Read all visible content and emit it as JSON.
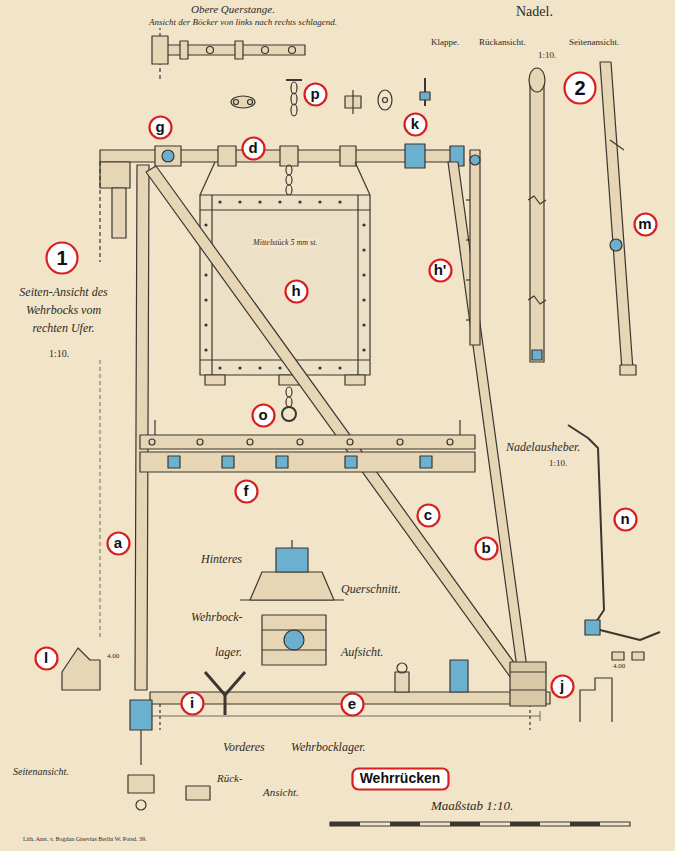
{
  "diagram": {
    "nodes": [
      {
        "text": [
          "2"
        ]
      },
      {
        "text": [
          "p"
        ]
      },
      {
        "text": [
          "k"
        ]
      },
      {
        "text": [
          "g"
        ]
      },
      {
        "text": [
          "d"
        ]
      },
      {
        "text": [
          "m"
        ]
      },
      {
        "text": [
          "1"
        ]
      },
      {
        "text": [
          "h'"
        ]
      },
      {
        "text": [
          "h"
        ]
      },
      {
        "text": [
          "o"
        ]
      },
      {
        "text": [
          "f"
        ]
      },
      {
        "text": [
          "c"
        ]
      },
      {
        "text": [
          "n"
        ]
      },
      {
        "text": [
          "a"
        ]
      },
      {
        "text": [
          "b"
        ]
      },
      {
        "text": [
          "l"
        ]
      },
      {
        "text": [
          "j"
        ]
      },
      {
        "text": [
          "i"
        ]
      },
      {
        "text": [
          "e"
        ]
      },
      {
        "text": [
          "Wehrrücken"
        ]
      }
    ],
    "labels": [
      "Obere Querstange.",
      "Ansicht der Böcker von links nach rechts schlagend.",
      "Nadel.",
      "Klappe.",
      "Rückansicht.",
      "Seitenansicht.",
      "1:10.",
      "Seiten-Ansicht des Wehrbocks vom rechten Ufer.",
      "1:10.",
      "Mittelstück 5 mm st.",
      "Nadelausheber.",
      "1:10.",
      "Hinteres",
      "Querschnitt.",
      "Wehrbock-",
      "lager.",
      "Aufsicht.",
      "Vorderes",
      "Wehrbocklager.",
      "Seitenansicht.",
      "Rück-",
      "Ansicht.",
      "Maaßstab 1:10.",
      "Lith. Anst. v. Bogdan Gisevius Berlin W. Potsd. 39.",
      "4.00",
      "4.00"
    ]
  }
}
